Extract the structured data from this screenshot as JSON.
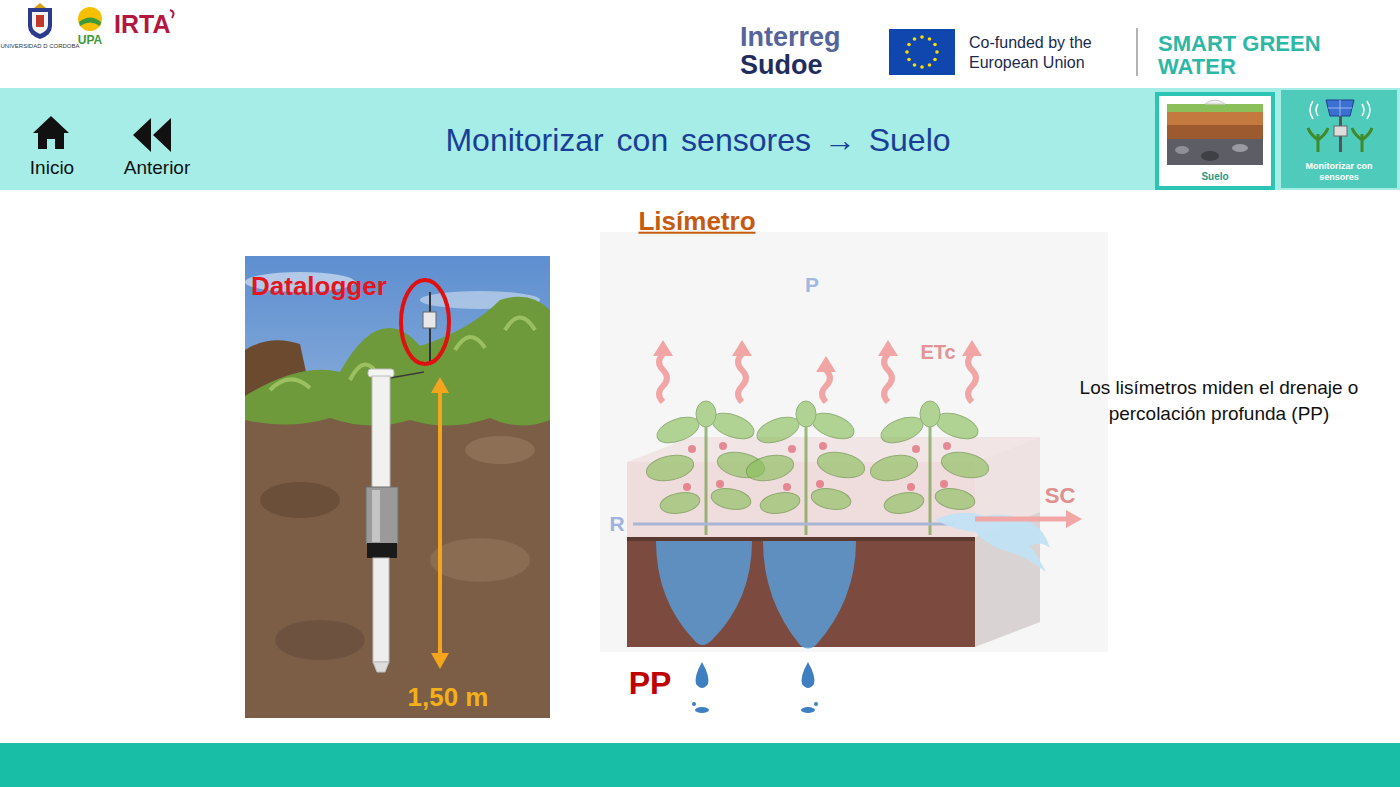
{
  "diagram": {
    "title": "Monitorizar con sensores → Suelo",
    "nodes": [
      {
        "text": [
          "Suelo"
        ]
      },
      {
        "text": [
          "Monitorizar con sensores"
        ]
      }
    ],
    "labels": [
      "UNIVERSIDAD D CORDOBA",
      "UPA",
      "IRTA",
      "Interreg",
      "Sudoe",
      "Co-funded by the European Union",
      "SMART GREEN WATER",
      "Inicio",
      "Anterior",
      "Lisímetro",
      "Datalogger",
      "1,50 m",
      "P",
      "ETc",
      "SC",
      "R",
      "PP",
      "Los lisímetros miden el drenaje o percolación profunda (PP)"
    ]
  }
}
